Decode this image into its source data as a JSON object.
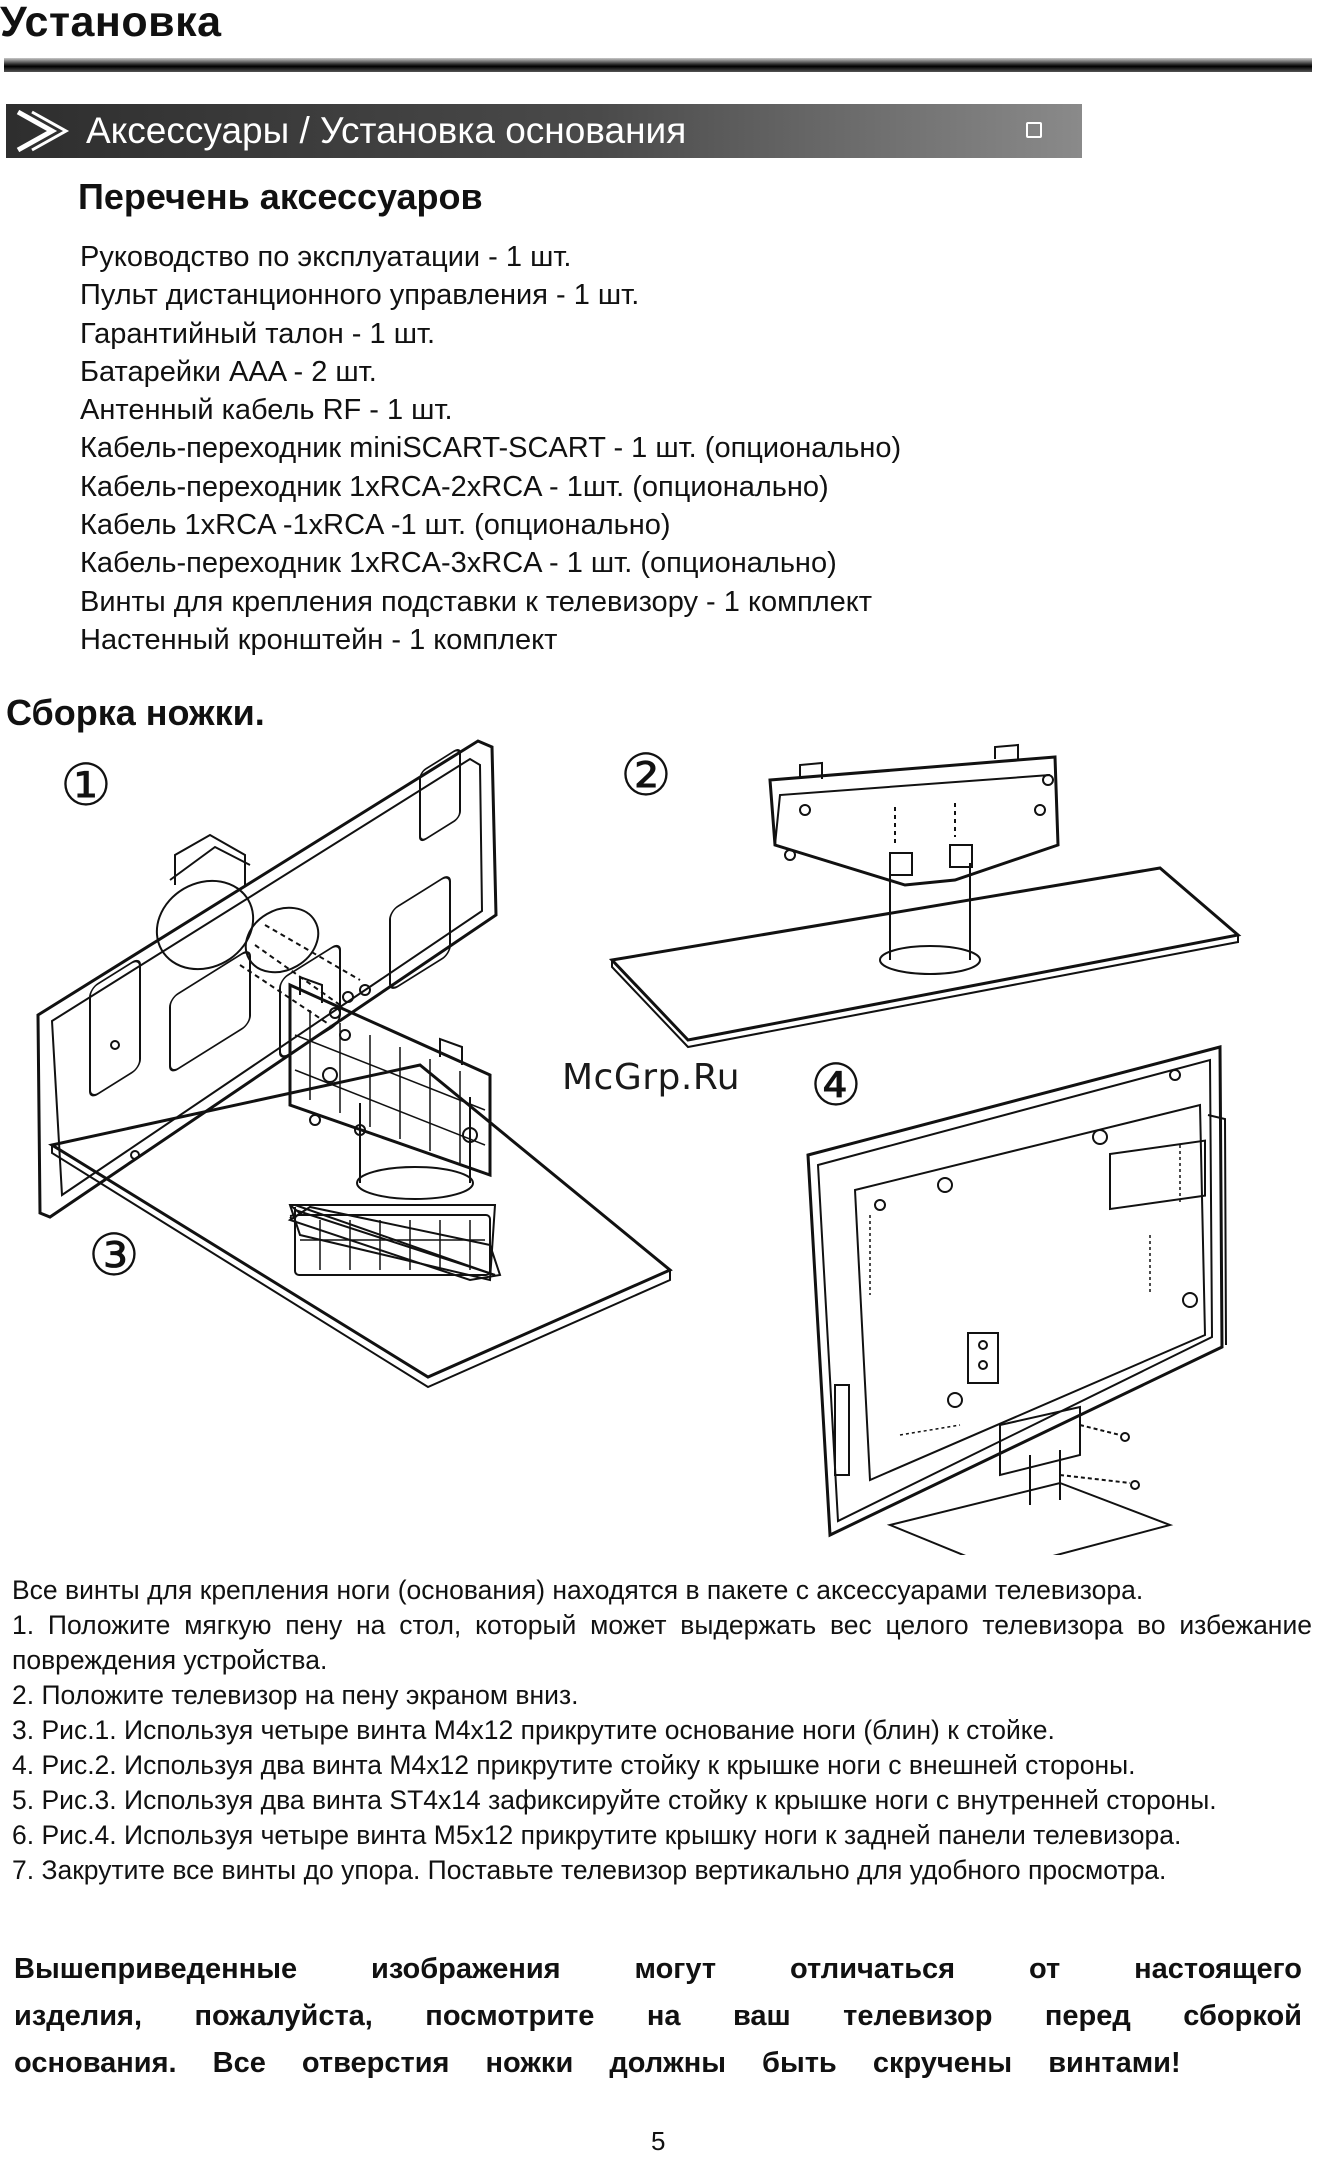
{
  "page": {
    "title": "Установка",
    "number": "5"
  },
  "section_bar": {
    "title": "Аксессуары / Установка основания"
  },
  "accessories": {
    "heading": "Перечень аксессуаров",
    "items": [
      "Руководство по эксплуатации - 1 шт.",
      "Пульт дистанционного управления - 1 шт.",
      "Гарантийный талон - 1 шт.",
      "Батарейки AAA - 2 шт.",
      "Антенный кабель RF - 1 шт.",
      "Кабель-переходник miniSCART-SCART - 1 шт. (опционально)",
      "Кабель-переходник 1xRCA-2xRCA - 1шт. (опционально)",
      "Кабель 1xRCA -1xRCA -1 шт. (опционально)",
      "Кабель-переходник 1xRCA-3xRCA - 1 шт. (опционально)",
      "Винты для крепления подставки к телевизору - 1 комплект",
      "Настенный кронштейн - 1 комплект"
    ]
  },
  "assembly": {
    "heading": "Сборка ножки.",
    "figure_labels": [
      "①",
      "②",
      "③",
      "④"
    ],
    "watermark": "McGrp.Ru"
  },
  "instructions": [
    "Все винты для крепления ноги (основания) находятся в пакете с аксессуарами телевизора.",
    "1. Положите мягкую пену на стол, который может выдержать вес целого телевизора во избежание повреждения устройства.",
    "2. Положите телевизор на пену экраном вниз.",
    "3. Рис.1. Используя четыре винта M4x12 прикрутите основание ноги (блин) к стойке.",
    "4. Рис.2. Используя два винта M4x12 прикрутите стойку к крышке ноги с внешней стороны.",
    "5. Рис.3. Используя два винта ST4x14 зафиксируйте стойку к крышке ноги с внутренней стороны.",
    "6. Рис.4. Используя четыре винта M5x12 прикрутите крышку ноги к задней панели телевизора.",
    "7. Закрутите все винты до упора. Поставьте телевизор вертикально для удобного просмотра."
  ],
  "warning": {
    "line1": "Вышеприведенные изображения могут отличаться от настоящего",
    "line2": "изделия, пожалуйста, посмотрите на ваш телевизор перед сборкой",
    "line3": "основания. Все отверстия ножки должны быть скручены винтами!"
  }
}
